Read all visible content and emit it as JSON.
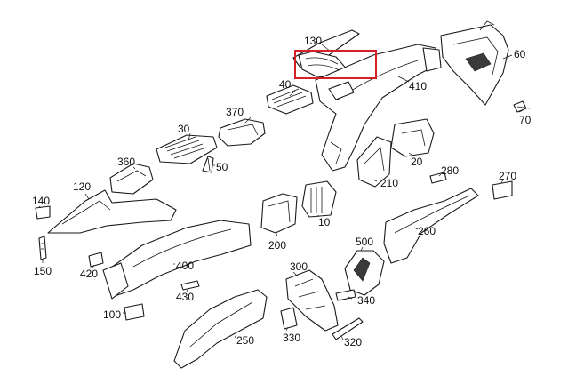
{
  "labels": {
    "p130": "130",
    "p60": "60",
    "p410": "410",
    "p40": "40",
    "p70": "70",
    "p370": "370",
    "p30": "30",
    "p20": "20",
    "p360": "360",
    "p50": "50",
    "p280": "280",
    "p270": "270",
    "p120": "120",
    "p210": "210",
    "p140": "140",
    "p10": "10",
    "p200": "200",
    "p260": "260",
    "p150": "150",
    "p420": "420",
    "p400": "400",
    "p500": "500",
    "p300": "300",
    "p430": "430",
    "p340": "340",
    "p100": "100",
    "p250": "250",
    "p330": "330",
    "p320": "320"
  },
  "highlight": {
    "target": "130",
    "color": "#d42027"
  }
}
